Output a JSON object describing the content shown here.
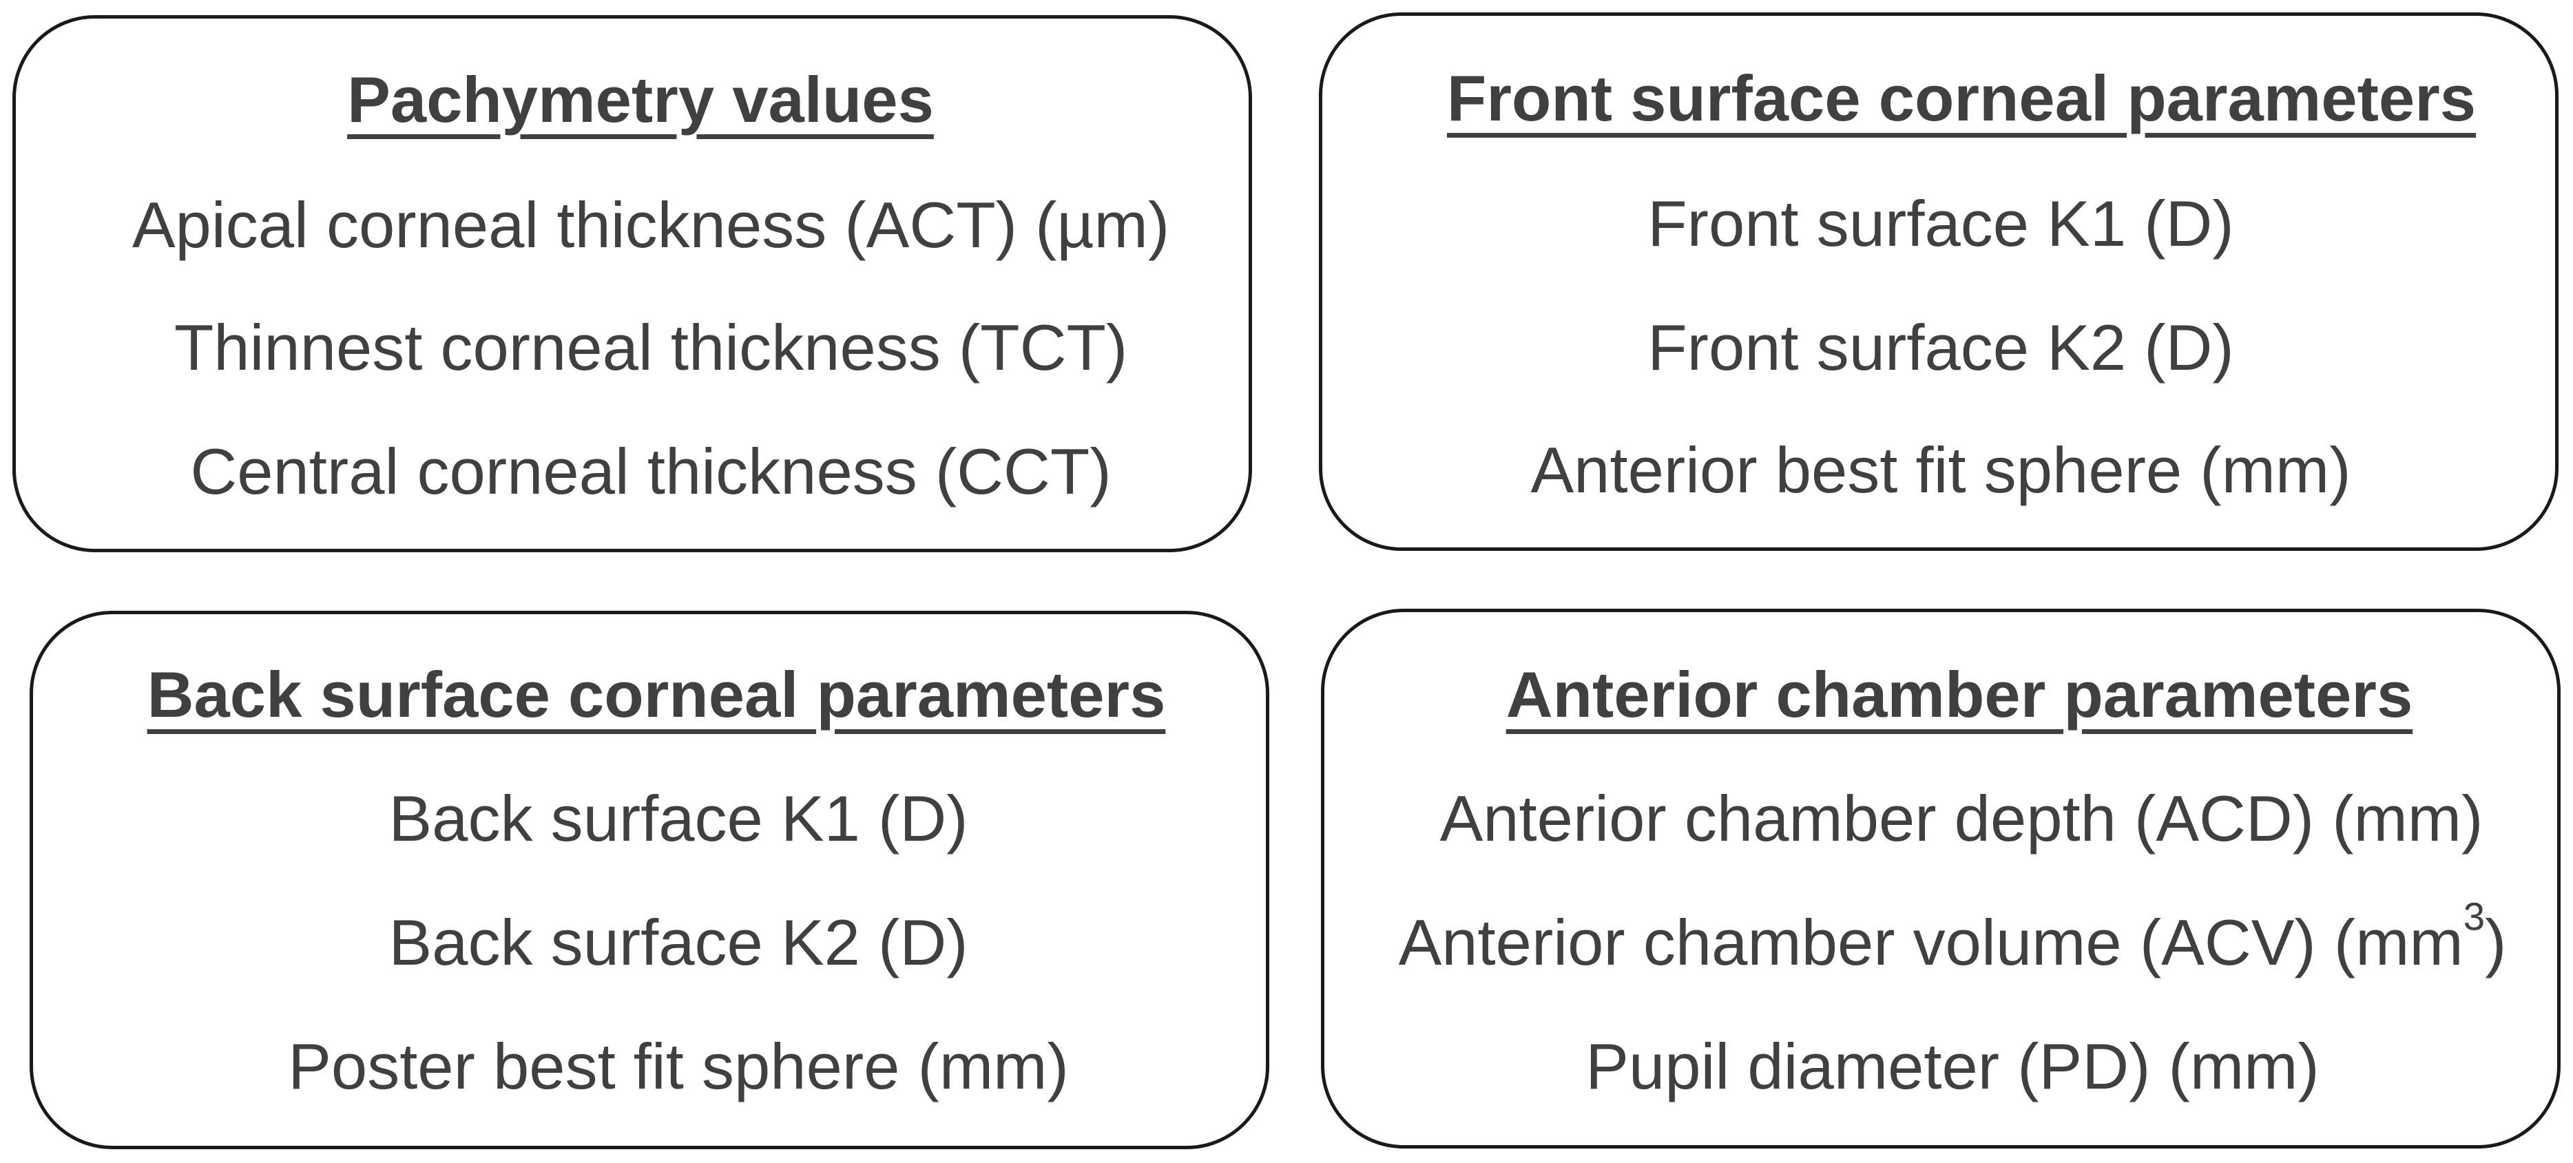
{
  "panels": {
    "pachymetry": {
      "title": "Pachymetry values",
      "items": [
        "Apical corneal thickness (ACT) (µm)",
        "Thinnest corneal thickness (TCT)",
        "Central corneal thickness (CCT)"
      ]
    },
    "front": {
      "title": "Front surface corneal parameters",
      "items": [
        "Front surface K1 (D)",
        "Front surface K2 (D)",
        "Anterior best fit sphere (mm)"
      ]
    },
    "back": {
      "title": "Back surface corneal parameters",
      "items": [
        "Back surface K1 (D)",
        "Back surface K2 (D)",
        "Poster best fit sphere (mm)"
      ]
    },
    "anterior": {
      "title": "Anterior chamber parameters",
      "items": [
        "Anterior chamber depth (ACD) (mm)",
        "Anterior chamber volume (ACV) (mm",
        "Pupil diameter (PD) (mm)"
      ],
      "volume_unit_exponent": "3",
      "volume_unit_close": ")"
    }
  }
}
